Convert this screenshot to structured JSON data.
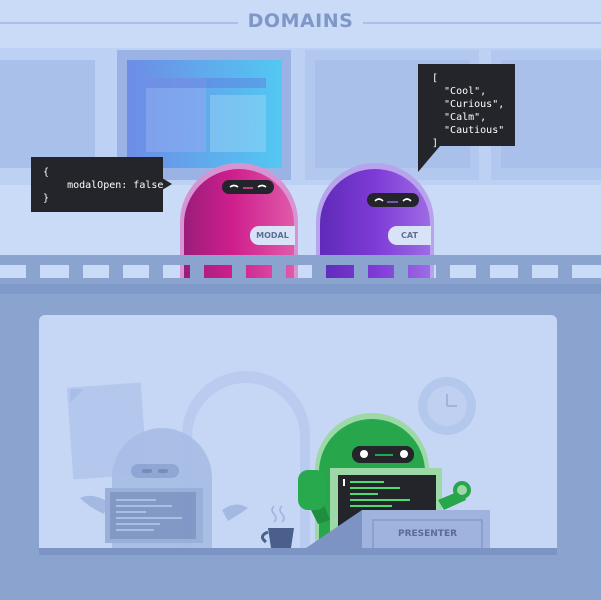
{
  "header": {
    "title": "DOMAINS"
  },
  "bubbles": {
    "modal_state": "{\n    modalOpen: false\n}",
    "cat_traits": "[\n  \"Cool\",\n  \"Curious\",\n  \"Calm\",\n  \"Cautious\"\n]"
  },
  "robots": {
    "modal": {
      "label": "MODAL",
      "color": "#c2208a"
    },
    "cat": {
      "label": "CAT",
      "color": "#7e3ad6"
    },
    "presenter": {
      "color": "#27a64b"
    }
  },
  "desk": {
    "label": "PRESENTER"
  },
  "colors": {
    "background": "#c9dbf7",
    "floor": "#8aa3cf",
    "bubble": "#23252b"
  }
}
